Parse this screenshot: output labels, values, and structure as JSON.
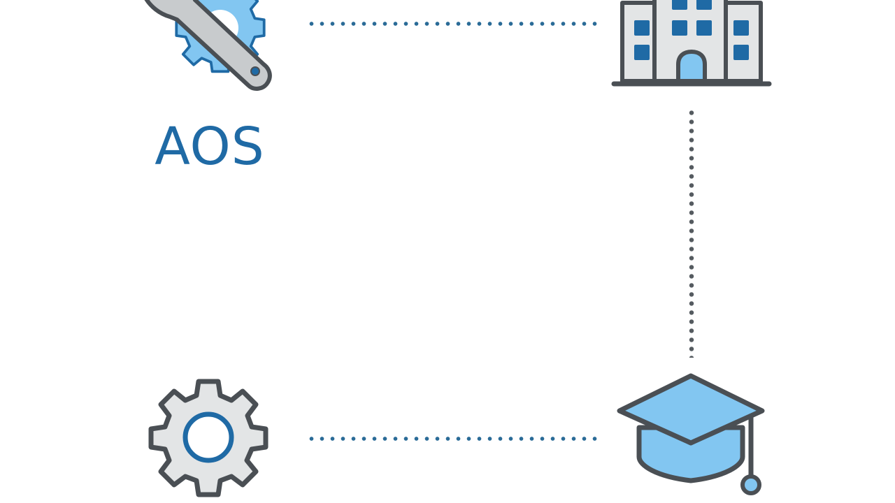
{
  "diagram": {
    "nodes": [
      {
        "id": "aos",
        "label": "AOS",
        "icon": "wrench-gear-icon"
      },
      {
        "id": "building",
        "label": "",
        "icon": "building-icon"
      },
      {
        "id": "settings",
        "label": "",
        "icon": "gear-icon"
      },
      {
        "id": "graduation",
        "label": "",
        "icon": "graduation-cap-icon"
      }
    ],
    "edges": [
      {
        "from": "aos",
        "to": "building",
        "style": "dotted"
      },
      {
        "from": "building",
        "to": "graduation",
        "style": "dotted"
      },
      {
        "from": "settings",
        "to": "graduation",
        "style": "dotted"
      }
    ]
  },
  "colors": {
    "primary_blue": "#1f6aa5",
    "light_blue": "#82c6f1",
    "dark_gray": "#4a4f54",
    "light_gray": "#e3e5e6",
    "connector_blue": "#2a6b97",
    "connector_gray": "#555b60"
  }
}
